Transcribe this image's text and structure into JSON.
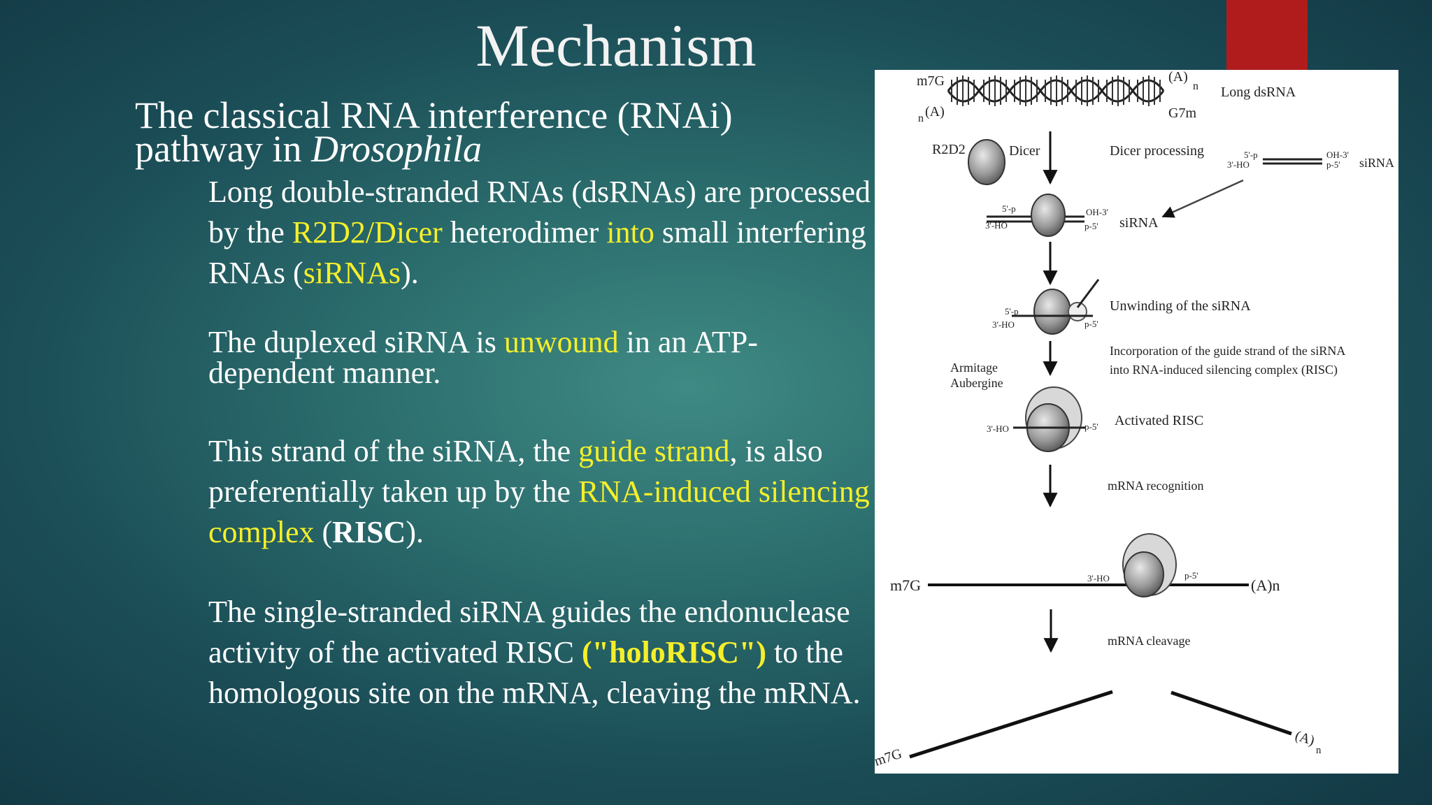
{
  "slide": {
    "title": "Mechanism",
    "subtitle_part1": "The classical RNA interference  (RNAi) pathway in ",
    "subtitle_italic": "Drosophila",
    "paragraphs": {
      "p1": {
        "s1": "Long double-stranded RNAs  (dsRNAs) are processed by the  ",
        "h1": "R2D2/Dicer",
        "s2": " heterodimer ",
        "h2": "into",
        "s3": " small  interfering RNAs (",
        "h3": "siRNAs",
        "s4": ")."
      },
      "p2": {
        "s1": "The duplexed siRNA is ",
        "h1": "unwound",
        "s2": " in an ATP-dependent manner."
      },
      "p3": {
        "s1": "This strand of the siRNA, the ",
        "h1": "guide  strand",
        "s2": ", is also preferentially taken  up by the ",
        "h2": "RNA-induced silencing  complex",
        "s3": " (",
        "b1": "RISC",
        "s4": ")."
      },
      "p4": {
        "s1": "The single-stranded siRNA guides  the endonuclease activity of the  activated RISC ",
        "h1": "(\"holoRISC\")",
        "s2": " to the  homologous site on the mRNA,  cleaving the mRNA."
      }
    }
  },
  "figure": {
    "m7g_top": "m7G",
    "a_n_top": "(A)",
    "n_sub": "n",
    "na_left_n": "n",
    "na_left_a": "(A)",
    "g7m": "G7m",
    "long_dsrna": "Long dsRNA",
    "r2d2": "R2D2",
    "dicer": "Dicer",
    "dicer_processing": "Dicer processing",
    "sirna_side": "siRNA",
    "sirna_label": "siRNA",
    "five_p": "5'-p",
    "three_ho": "3'-HO",
    "oh_three": "OH-3'",
    "p_five": "p-5'",
    "unwinding": "Unwinding of the siRNA",
    "incorporation_1": "Incorporation of the guide strand of the siRNA",
    "incorporation_2": "into RNA-induced silencing complex (RISC)",
    "armitage": "Armitage",
    "aubergine": "Aubergine",
    "activated_risc": "Activated RISC",
    "mrna_recognition": "mRNA recognition",
    "m7g_mid": "m7G",
    "a_n_mid": "(A)n",
    "mrna_cleavage": "mRNA cleavage",
    "m7g_bottom": "m7G",
    "a_bottom": "(A)",
    "n_bottom": "n"
  },
  "colors": {
    "accent_red": "#b01c1c",
    "highlight_yellow": "#f5ef2a",
    "text_white": "#ffffff",
    "bg_teal": "#2b6d6d"
  }
}
